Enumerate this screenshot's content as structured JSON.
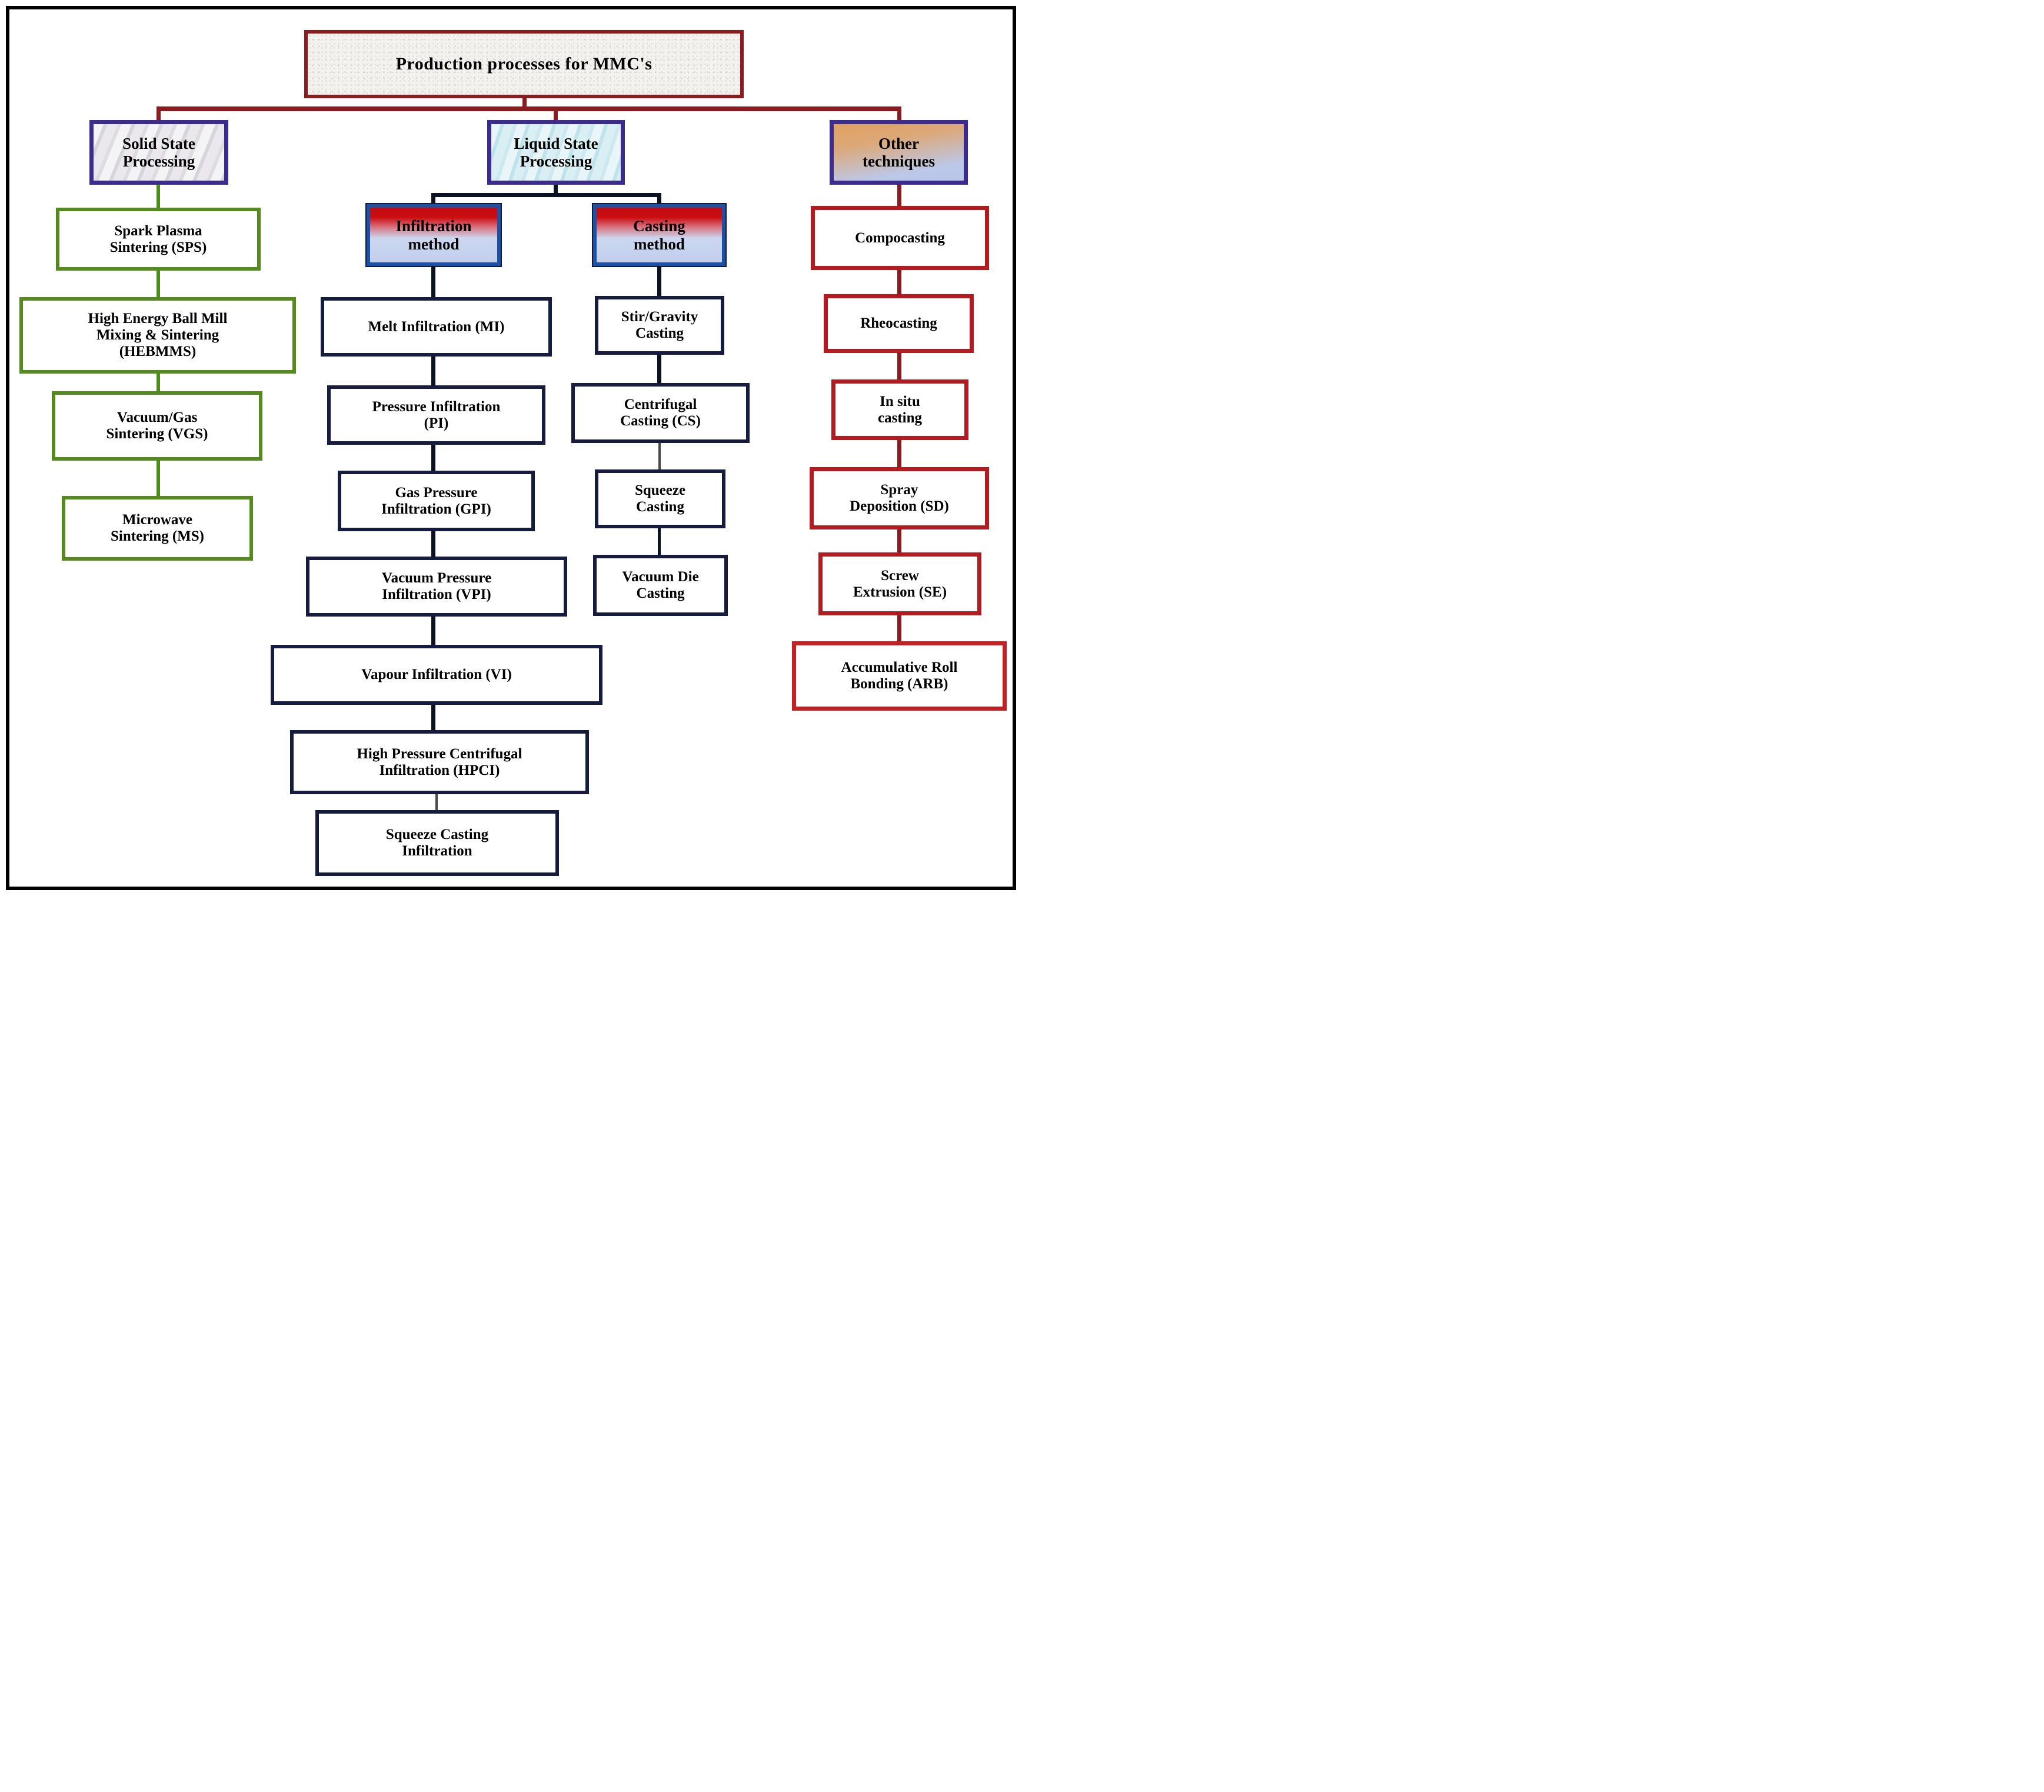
{
  "title": "Production processes for MMC's",
  "solid": {
    "header": "Solid State\nProcessing",
    "items": [
      "Spark Plasma\nSintering (SPS)",
      "High Energy Ball Mill\nMixing & Sintering\n(HEBMMS)",
      "Vacuum/Gas\nSintering (VGS)",
      "Microwave\nSintering (MS)"
    ]
  },
  "liquid": {
    "header": "Liquid State\nProcessing",
    "infiltration": {
      "header": "Infiltration\nmethod",
      "items": [
        "Melt Infiltration (MI)",
        "Pressure Infiltration\n(PI)",
        "Gas Pressure\nInfiltration (GPI)",
        "Vacuum Pressure\nInfiltration (VPI)",
        "Vapour Infiltration (VI)",
        "High Pressure Centrifugal\nInfiltration (HPCI)",
        "Squeeze Casting\nInfiltration"
      ]
    },
    "casting": {
      "header": "Casting\nmethod",
      "items": [
        "Stir/Gravity\nCasting",
        "Centrifugal\nCasting (CS)",
        "Squeeze\nCasting",
        "Vacuum Die\nCasting"
      ]
    }
  },
  "other": {
    "header": "Other\ntechniques",
    "items": [
      "Compocasting",
      "Rheocasting",
      "In situ\ncasting",
      "Spray\nDeposition (SD)",
      "Screw\nExtrusion (SE)",
      "Accumulative Roll\nBonding (ARB)"
    ]
  },
  "colors": {
    "title_border": "#8B1B1E",
    "dark_red_line": "#8B1B1E",
    "red_border": "#B21B1F",
    "arb_border": "#C42125",
    "green_border": "#548B1D",
    "green_line": "#4C8C1A",
    "navy_border": "#151C40",
    "navy_line": "#0D1222",
    "blue_method_border": "#1C52A6",
    "purple_border": "#3D2C90",
    "gradient_red_top": "#C30B10",
    "gradient_blue_bottom": "#C2CFEC",
    "gradient_orange_top": "#E2A161",
    "text": "#000000"
  }
}
